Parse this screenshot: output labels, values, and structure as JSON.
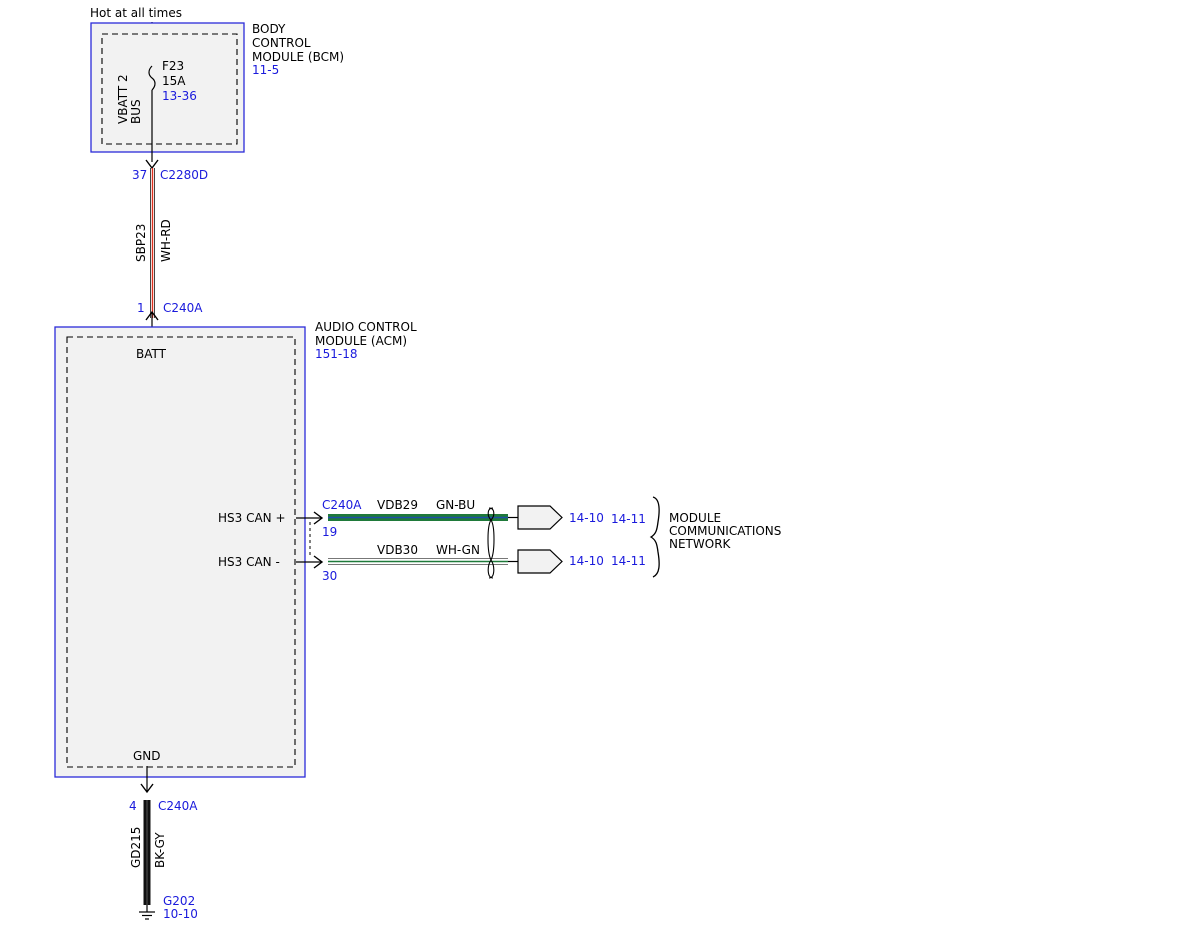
{
  "header": {
    "hot_label": "Hot at all times"
  },
  "bcm": {
    "name_line1": "BODY",
    "name_line2": "CONTROL",
    "name_line3": "MODULE (BCM)",
    "ref": "11-5",
    "bus_line1": "VBATT 2",
    "bus_line2": "BUS",
    "fuse_name": "F23",
    "fuse_rating": "15A",
    "fuse_ref": "13-36"
  },
  "connector_top": {
    "pin": "37",
    "name": "C2280D"
  },
  "wire_batt": {
    "circuit": "SBP23",
    "color": "WH-RD"
  },
  "connector_batt": {
    "pin": "1",
    "name": "C240A"
  },
  "acm": {
    "name_line1": "AUDIO CONTROL",
    "name_line2": "MODULE (ACM)",
    "ref": "151-18",
    "batt_label": "BATT",
    "gnd_label": "GND",
    "can_plus_label": "HS3 CAN +",
    "can_minus_label": "HS3 CAN -"
  },
  "can_connector": {
    "name": "C240A",
    "pin_plus": "19",
    "pin_minus": "30"
  },
  "can_plus_wire": {
    "circuit": "VDB29",
    "color": "GN-BU",
    "ref_a": "14-10",
    "ref_b": "14-11"
  },
  "can_minus_wire": {
    "circuit": "VDB30",
    "color": "WH-GN",
    "ref_a": "14-10",
    "ref_b": "14-11"
  },
  "network": {
    "line1": "MODULE",
    "line2": "COMMUNICATIONS",
    "line3": "NETWORK"
  },
  "connector_gnd": {
    "pin": "4",
    "name": "C240A"
  },
  "wire_gnd": {
    "circuit": "GD215",
    "color": "BK-GY"
  },
  "ground": {
    "name": "G202",
    "ref": "10-10"
  },
  "colors": {
    "module_border": "#2b2bd9",
    "module_fill": "#f2f2f2",
    "ref_text": "#1a1adc",
    "wire_red": "#e0301e",
    "wire_green": "#1f7a3a",
    "wire_blue": "#1f4fa8",
    "wire_black": "#111111"
  }
}
